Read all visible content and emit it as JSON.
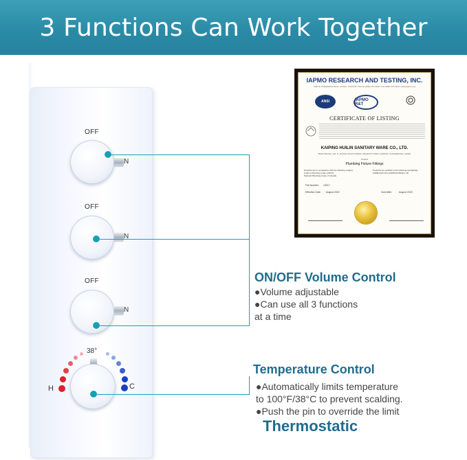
{
  "banner": {
    "title": "3 Functions Can Work Together"
  },
  "valves": [
    {
      "off_label": "OFF",
      "on_label": "N"
    },
    {
      "off_label": "OFF",
      "on_label": "N"
    },
    {
      "off_label": "OFF",
      "on_label": "N"
    }
  ],
  "thermostat_dial": {
    "temp_mark": "38°",
    "hot_label": "H",
    "cold_label": "C"
  },
  "certificate": {
    "org": "IAPMO RESEARCH AND TESTING, INC.",
    "address_line": "5001 E. Philadelphia Street, Ontario, CA 91761 • Phone (909) 472-4100 • Fax (909) 472-4244 • www.iapmo.org",
    "logos": [
      "ANSI",
      "IAPMO R&T"
    ],
    "title": "CERTIFICATE OF LISTING",
    "company": "KAIPING HUILIN SANITARY WARE CO., LTD.",
    "company_address": "BACK BLOCK, NO. 8, JIAYING SOUTH ROAD, SHUIKOU TOWN, KAIPING, GUANGDONG, CHINA",
    "product_label": "Product",
    "product": "Plumbing Fixture Fittings",
    "criteria_left": "Products are in compliance with the following code(s):",
    "criteria_left_1": "Uniform Plumbing Code (UPC®)",
    "criteria_left_2": "National Plumbing Code of Canada",
    "criteria_right": "Products are certified to the following standard(s):",
    "criteria_right_1": "ASME A112.18.1-2018/CSA B125.1-18",
    "file_label": "File Number:",
    "file_number": "13217",
    "effective_label": "Effective Date:",
    "effective_date": "August 2022",
    "void_label": "Void After:",
    "void_date": "August 2023"
  },
  "volume_section": {
    "title": "ON/OFF Volume Control",
    "bullet_1": "●Volume adjustable",
    "bullet_2": "●Can use all 3 functions",
    "bullet_2b": "at a time"
  },
  "temperature_section": {
    "title": "Temperature Control",
    "bullet_1": "●Automatically limits temperature",
    "bullet_1b": "to 100°F/38°C to prevent scalding.",
    "bullet_2": "●Push the pin to override the limit",
    "label": "Thermostatic"
  },
  "colors": {
    "banner": "#2a8aa5",
    "accent_teal": "#17a1b5",
    "heading_blue": "#1f6c8e",
    "hot_red": "#e0202a",
    "cold_blue": "#1a3fc0"
  }
}
